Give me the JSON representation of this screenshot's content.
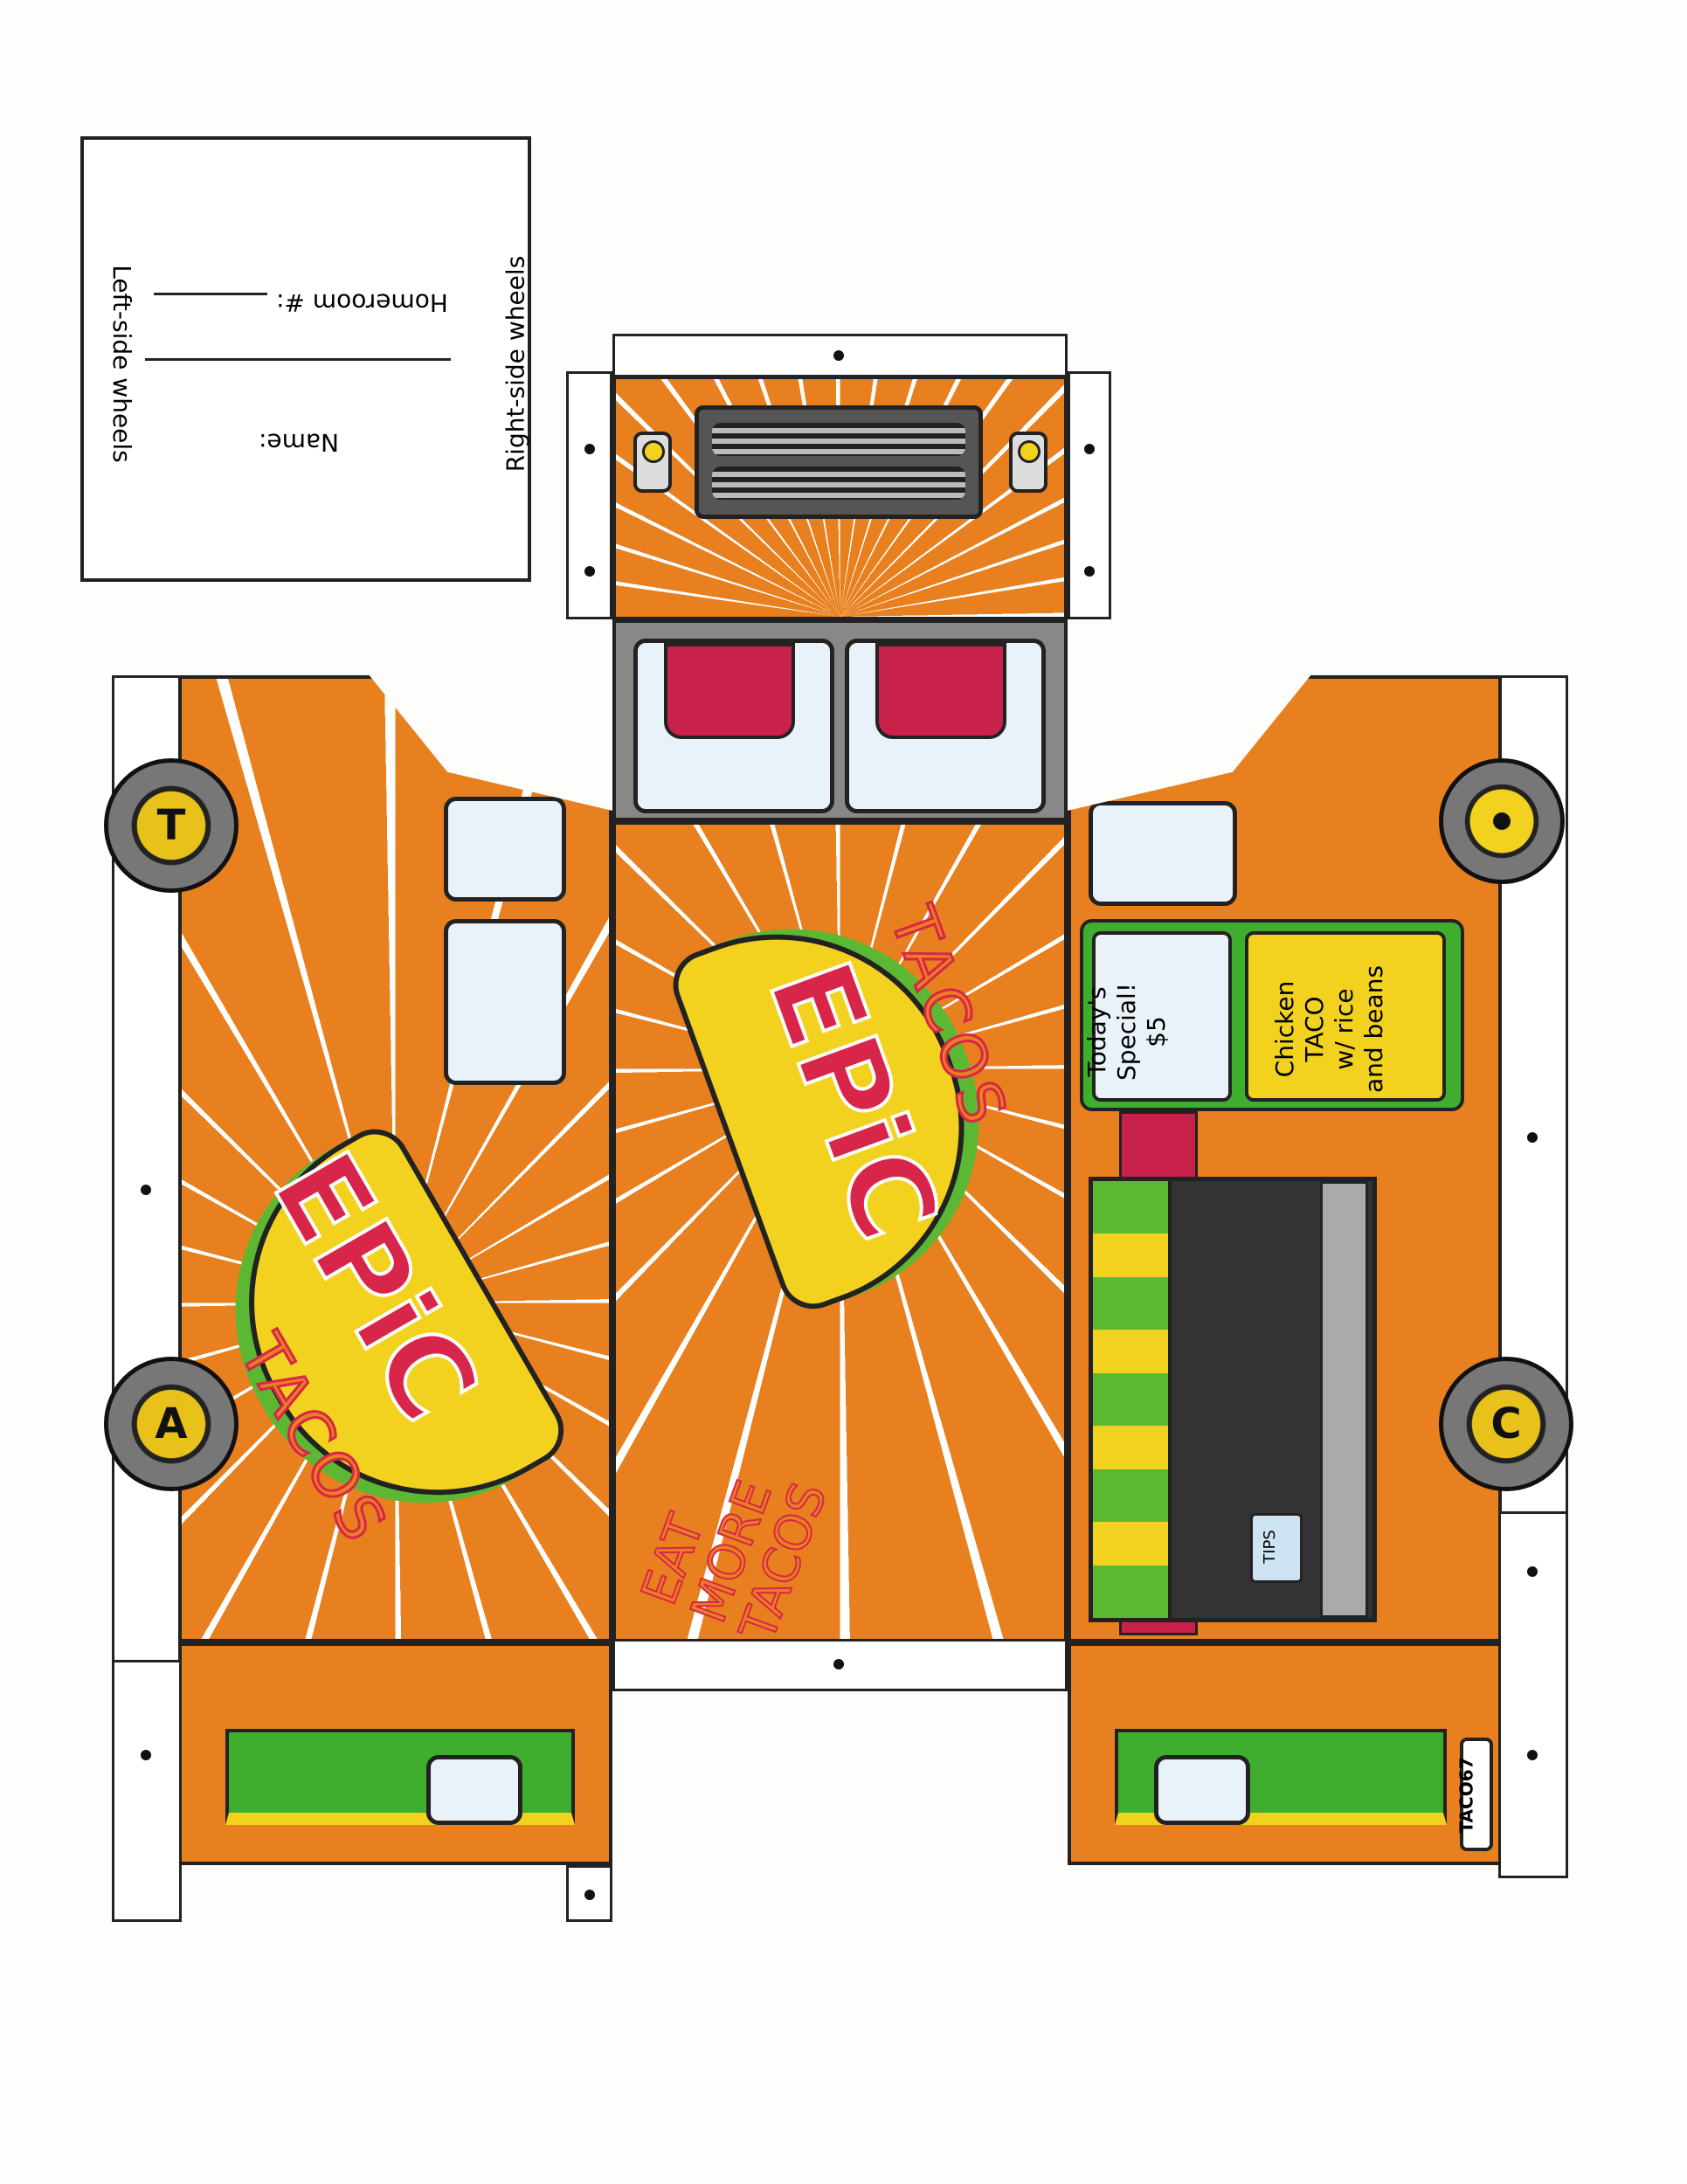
{
  "name_box": {
    "left_label": "Left-side wheels",
    "right_label": "Right-side wheels",
    "homeroom_label": "Homeroom #:",
    "name_label": "Name:"
  },
  "center_panel": {
    "logo_main": "EPiC",
    "logo_sub": "TACOS",
    "slogan_line1": "EAT",
    "slogan_line2": "MORE",
    "slogan_line3": "TACOS"
  },
  "left_panel": {
    "logo_main": "EPiC",
    "logo_sub": "TACOS",
    "wheel_front": "T",
    "wheel_rear": "A"
  },
  "right_panel": {
    "special_sign": {
      "line1": "Today's",
      "line2": "Special!",
      "line3": "$5"
    },
    "menu_sign": {
      "line1": "Chicken",
      "line2": "TACO",
      "line3": "w/ rice",
      "line4": "and beans"
    },
    "tips_jar": "TIPS",
    "wheel_rear": "C",
    "id_tag": "TACO67"
  },
  "colors": {
    "body": "#e8801f",
    "logo": "#d8254a",
    "awning": "#3fae2f",
    "shell": "#f2d21e"
  }
}
